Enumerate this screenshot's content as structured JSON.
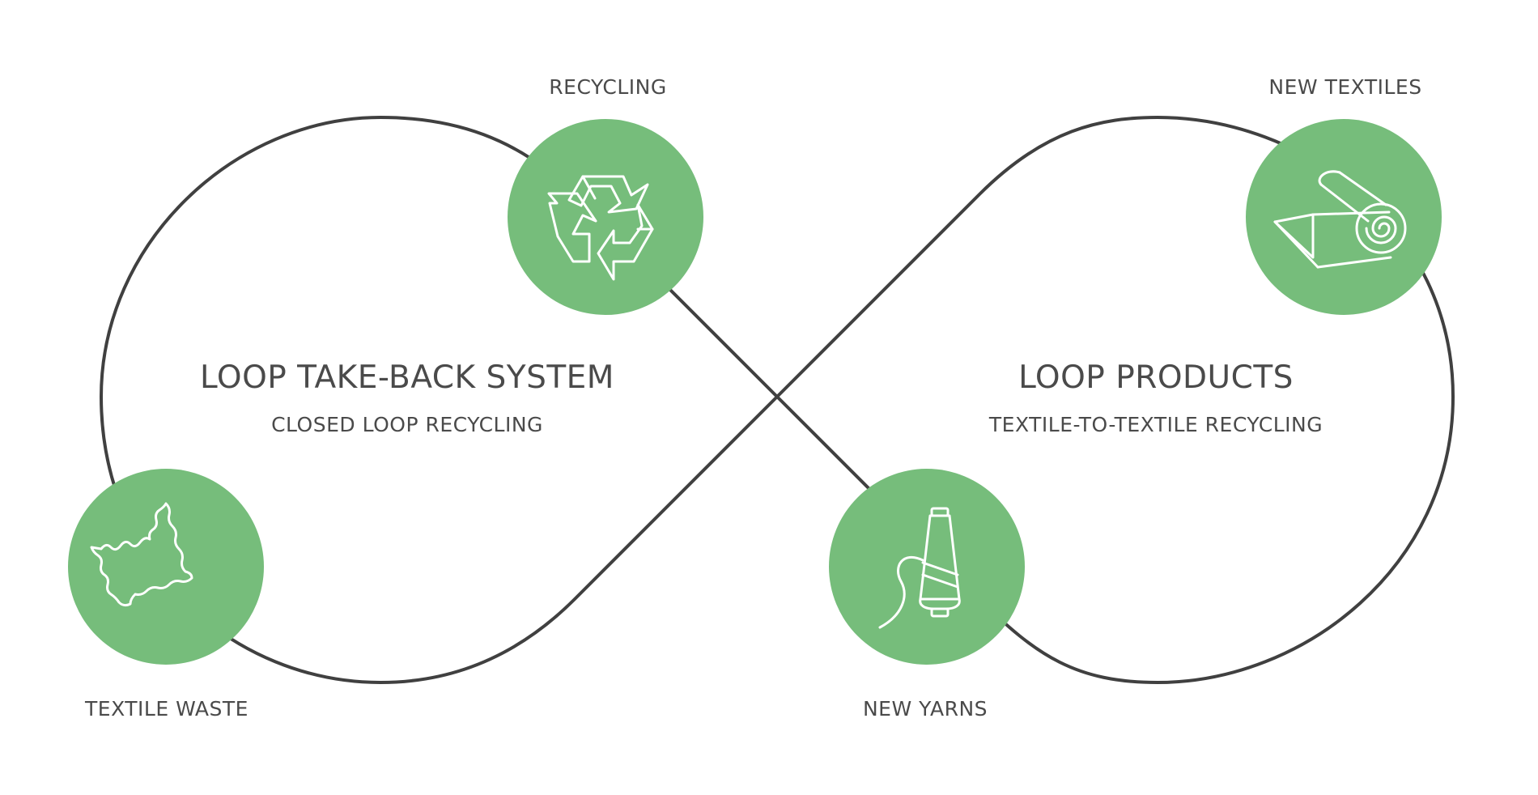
{
  "colors": {
    "line": "#404040",
    "node_fill": "#76bd7b",
    "icon_stroke": "#ffffff",
    "text": "#4a4a4a"
  },
  "loops": [
    {
      "title": "LOOP TAKE-BACK SYSTEM",
      "subtitle": "CLOSED LOOP RECYCLING"
    },
    {
      "title": "LOOP PRODUCTS",
      "subtitle": "TEXTILE-TO-TEXTILE RECYCLING"
    }
  ],
  "nodes": [
    {
      "label": "RECYCLING",
      "icon": "recycle-icon"
    },
    {
      "label": "NEW TEXTILES",
      "icon": "fabric-roll-icon"
    },
    {
      "label": "TEXTILE WASTE",
      "icon": "fabric-scrap-icon"
    },
    {
      "label": "NEW YARNS",
      "icon": "yarn-spool-icon"
    }
  ]
}
